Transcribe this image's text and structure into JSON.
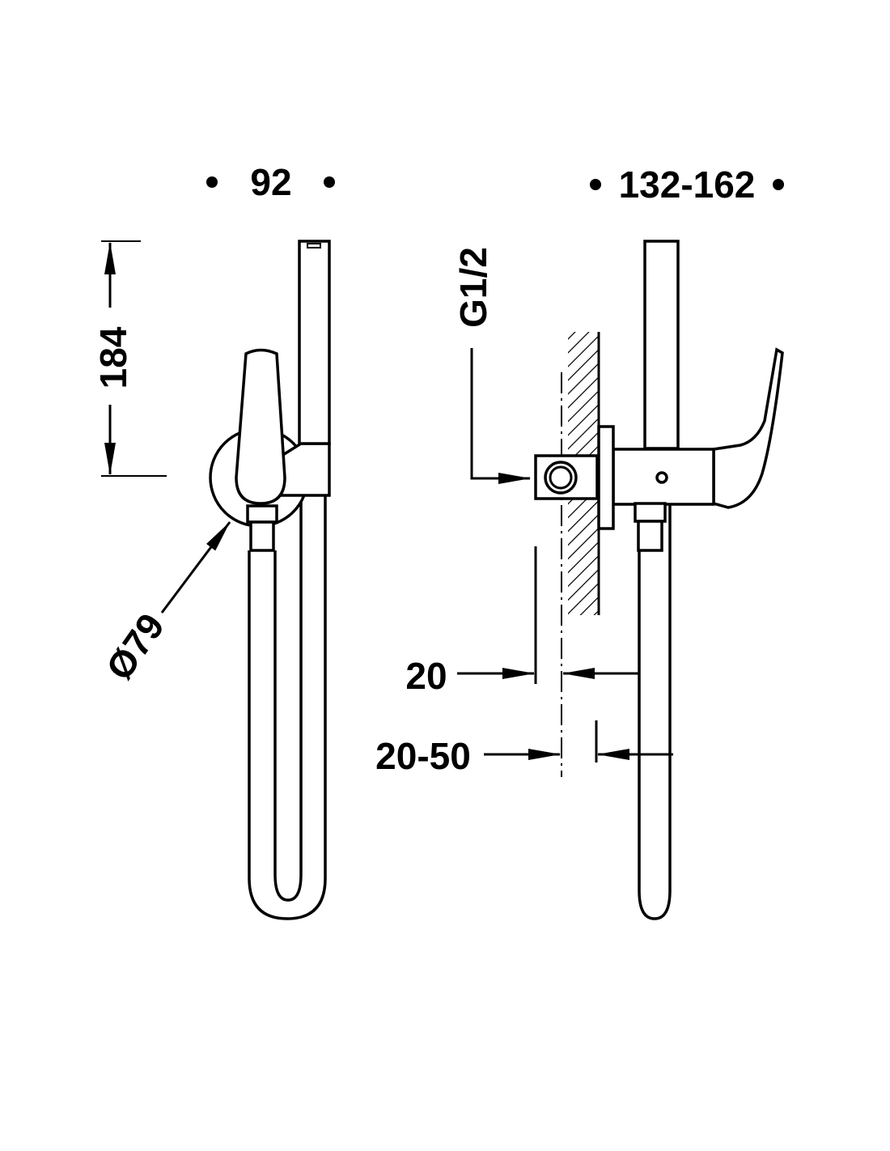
{
  "front_view": {
    "width_label": "92",
    "height_label": "184",
    "diameter_label": "Ø79"
  },
  "side_view": {
    "depth_label": "132-162",
    "thread_label": "G1/2",
    "offset_label": "20",
    "wall_range_label": "20-50"
  },
  "colors": {
    "line": "#000000",
    "background": "#ffffff"
  }
}
